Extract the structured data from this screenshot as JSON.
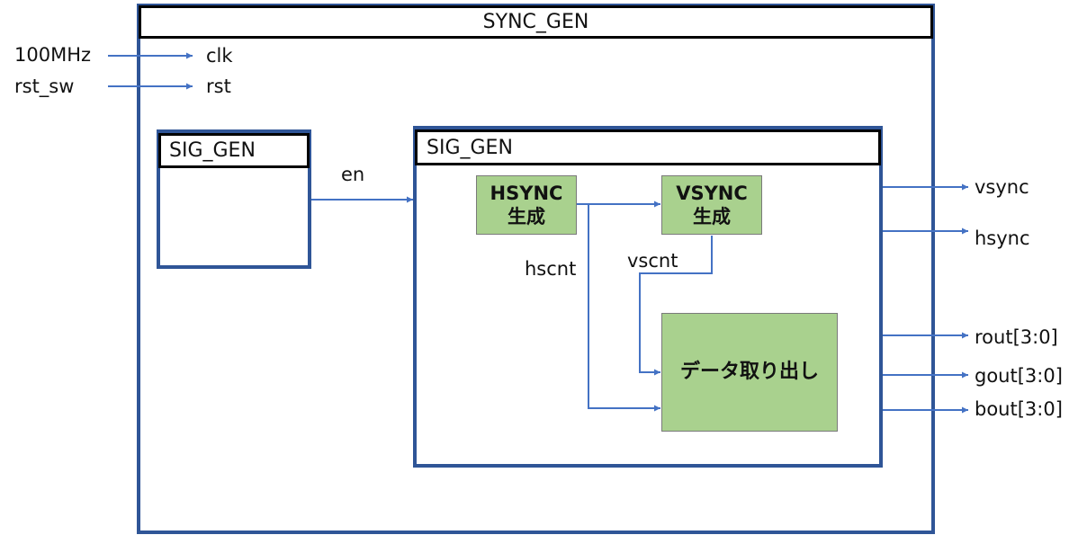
{
  "outer_block": {
    "title": "SYNC_GEN"
  },
  "inputs": {
    "clk_source": "100MHz",
    "clk_port": "clk",
    "rst_source": "rst_sw",
    "rst_port": "rst"
  },
  "left_block": {
    "title": "SIG_GEN"
  },
  "enable_signal": "en",
  "inner_block": {
    "title": "SIG_GEN"
  },
  "hsync_block": {
    "line1": "HSYNC",
    "line2": "生成"
  },
  "vsync_block": {
    "line1": "VSYNC",
    "line2": "生成"
  },
  "data_block": {
    "label": "データ取り出し"
  },
  "internal_signals": {
    "hscnt": "hscnt",
    "vscnt": "vscnt"
  },
  "outputs": [
    "vsync",
    "hsync",
    "rout[3:0]",
    "gout[3:0]",
    "bout[3:0]"
  ],
  "colors": {
    "frame": "#2f5597",
    "arrow": "#4472c4",
    "block_fill": "#a9d18e"
  }
}
